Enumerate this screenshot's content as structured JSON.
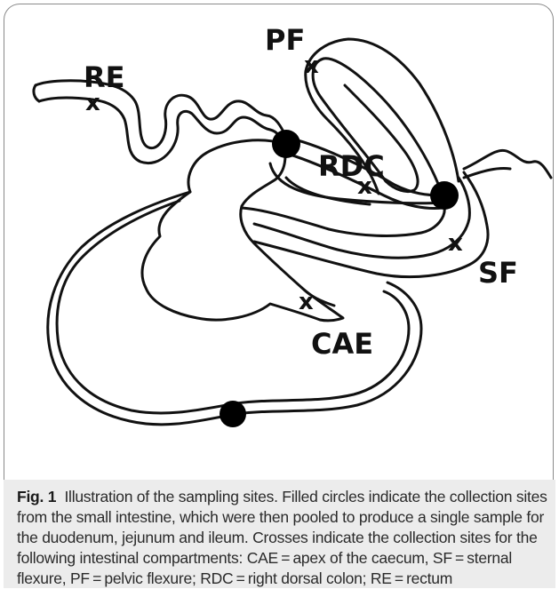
{
  "diagram": {
    "labels": {
      "re": "RE",
      "pf": "PF",
      "rdc": "RDC",
      "sf": "SF",
      "cae": "CAE"
    },
    "cross_mark": "x"
  },
  "caption": {
    "figure_label": "Fig. 1",
    "text": "Illustration of the sampling sites. Filled circles indicate the collection sites from the small intestine, which were then pooled to produce a single sample for the duodenum, jejunum and ileum. Crosses indicate the collection sites for the following intestinal compartments: CAE = apex of the caecum, SF = sternal flexure, PF = pelvic flexure; RDC = right dorsal colon; RE = rectum"
  }
}
